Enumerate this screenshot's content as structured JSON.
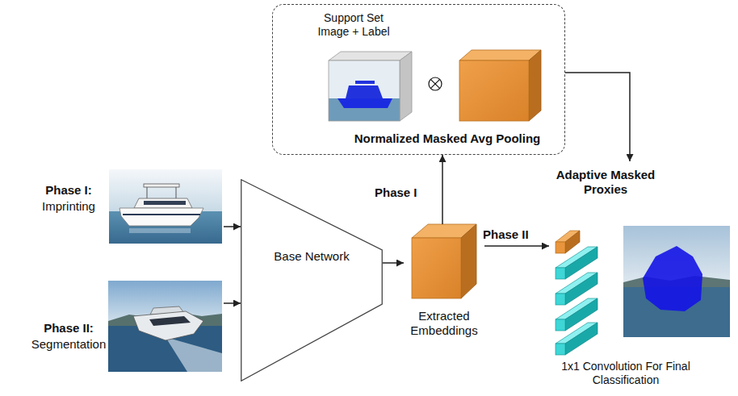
{
  "diagram": {
    "nodes": [
      {
        "text": [
          "Support Set Image + Label",
          "Normalized Masked Avg Pooling"
        ]
      },
      {
        "text": [
          "Phase I:",
          "Imprinting"
        ]
      },
      {
        "text": [
          "Base Network"
        ]
      },
      {
        "text": [
          "Extracted Embeddings"
        ]
      },
      {
        "text": [
          "Adaptive Masked Proxies",
          "1x1 Convolution For Final Classification"
        ]
      },
      {
        "text": [
          "Phase II:",
          "Segmentation"
        ]
      }
    ],
    "edges": [
      {
        "from": 1,
        "to": 2,
        "arrow": "to"
      },
      {
        "from": 5,
        "to": 2,
        "arrow": "to"
      },
      {
        "from": 2,
        "to": 3,
        "arrow": "to"
      },
      {
        "from": 3,
        "to": 0,
        "label": "Phase I",
        "arrow": "to"
      },
      {
        "from": 3,
        "to": 4,
        "label": "Phase II",
        "arrow": "to"
      },
      {
        "from": 0,
        "to": 4,
        "arrow": "to"
      }
    ]
  }
}
